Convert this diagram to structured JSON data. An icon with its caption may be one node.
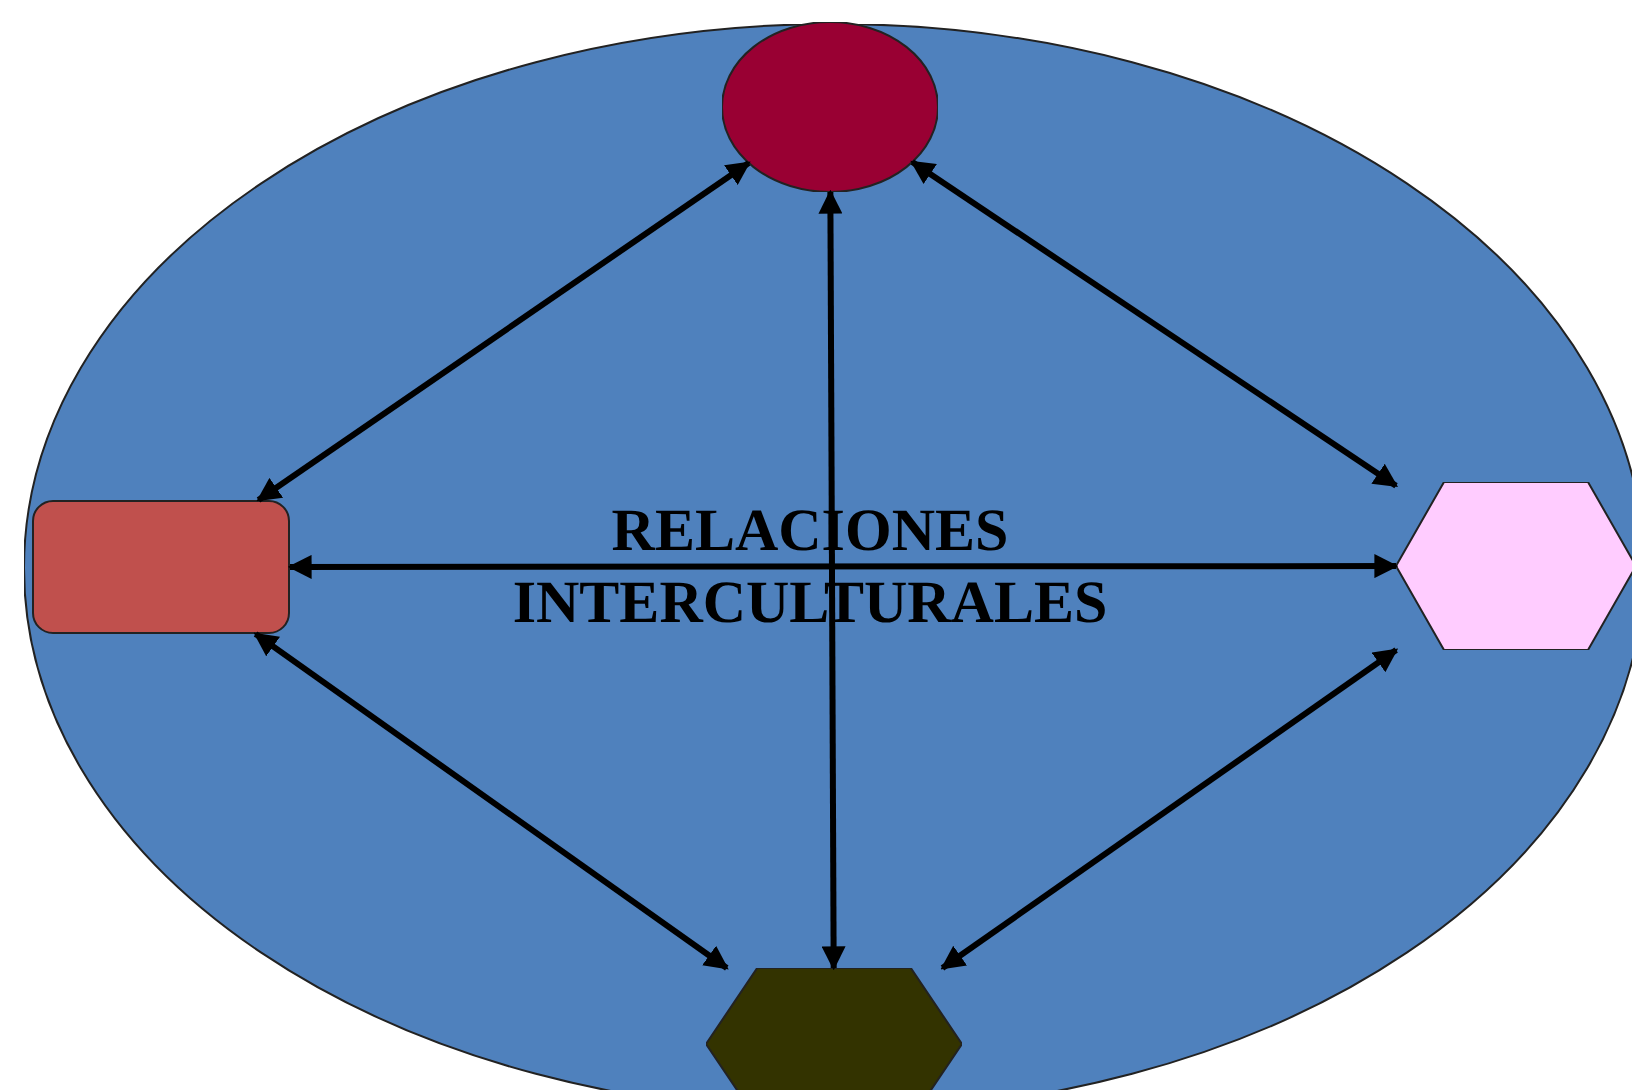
{
  "diagram": {
    "nodes": [
      {
        "text": [
          "RELACIONES INTERCULTURALES"
        ]
      },
      {
        "text": [],
        "shape": "circle",
        "in": 0
      },
      {
        "text": [],
        "shape": "box",
        "in": 0
      },
      {
        "text": [],
        "shape": "hexagon",
        "in": 0
      },
      {
        "text": [],
        "shape": "hexagon",
        "in": 0
      }
    ],
    "edges": [
      {
        "from": 1,
        "to": 2,
        "arrow": "both"
      },
      {
        "from": 1,
        "to": 3,
        "arrow": "both"
      },
      {
        "from": 1,
        "to": 4,
        "arrow": "both"
      },
      {
        "from": 2,
        "to": 3,
        "arrow": "both"
      },
      {
        "from": 2,
        "to": 4,
        "arrow": "both"
      },
      {
        "from": 3,
        "to": 4,
        "arrow": "both"
      }
    ]
  }
}
